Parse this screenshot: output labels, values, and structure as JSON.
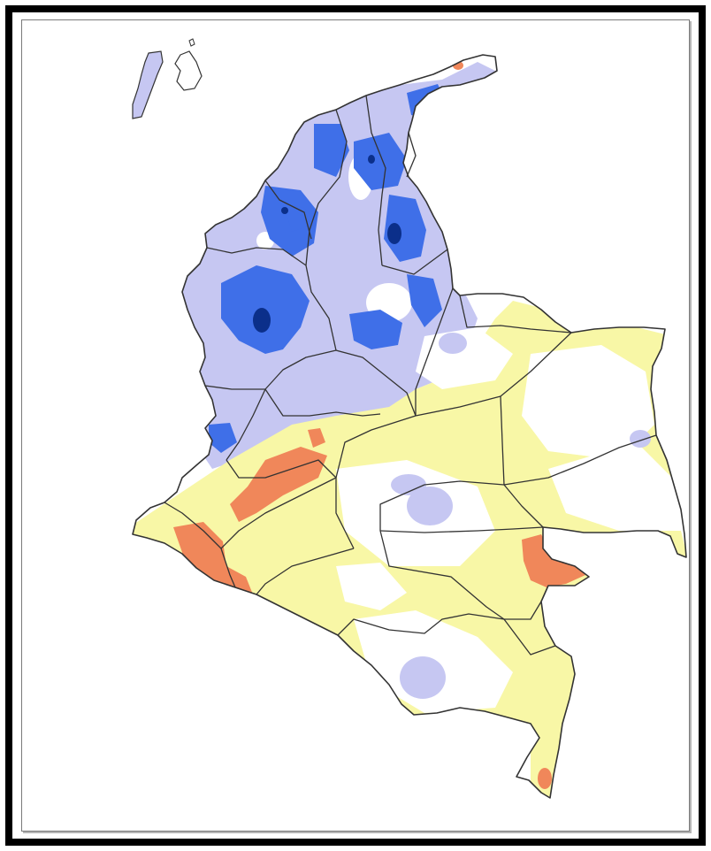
{
  "colors": {
    "frame": "#000000",
    "background": "#ffffff",
    "boundary": "#333333",
    "very_wet": "#0b2f8a",
    "wet": "#3f6fe8",
    "slightly_wet": "#c6c7f2",
    "slightly_dry": "#f8f7a6",
    "dry": "#f0875a"
  },
  "map": {
    "regions": [
      {
        "name": "country-outline",
        "class": "outline"
      },
      {
        "name": "region-north-slightly-wet",
        "class": "slightly_wet"
      },
      {
        "name": "region-south-slightly-dry",
        "class": "slightly_dry"
      }
    ]
  }
}
